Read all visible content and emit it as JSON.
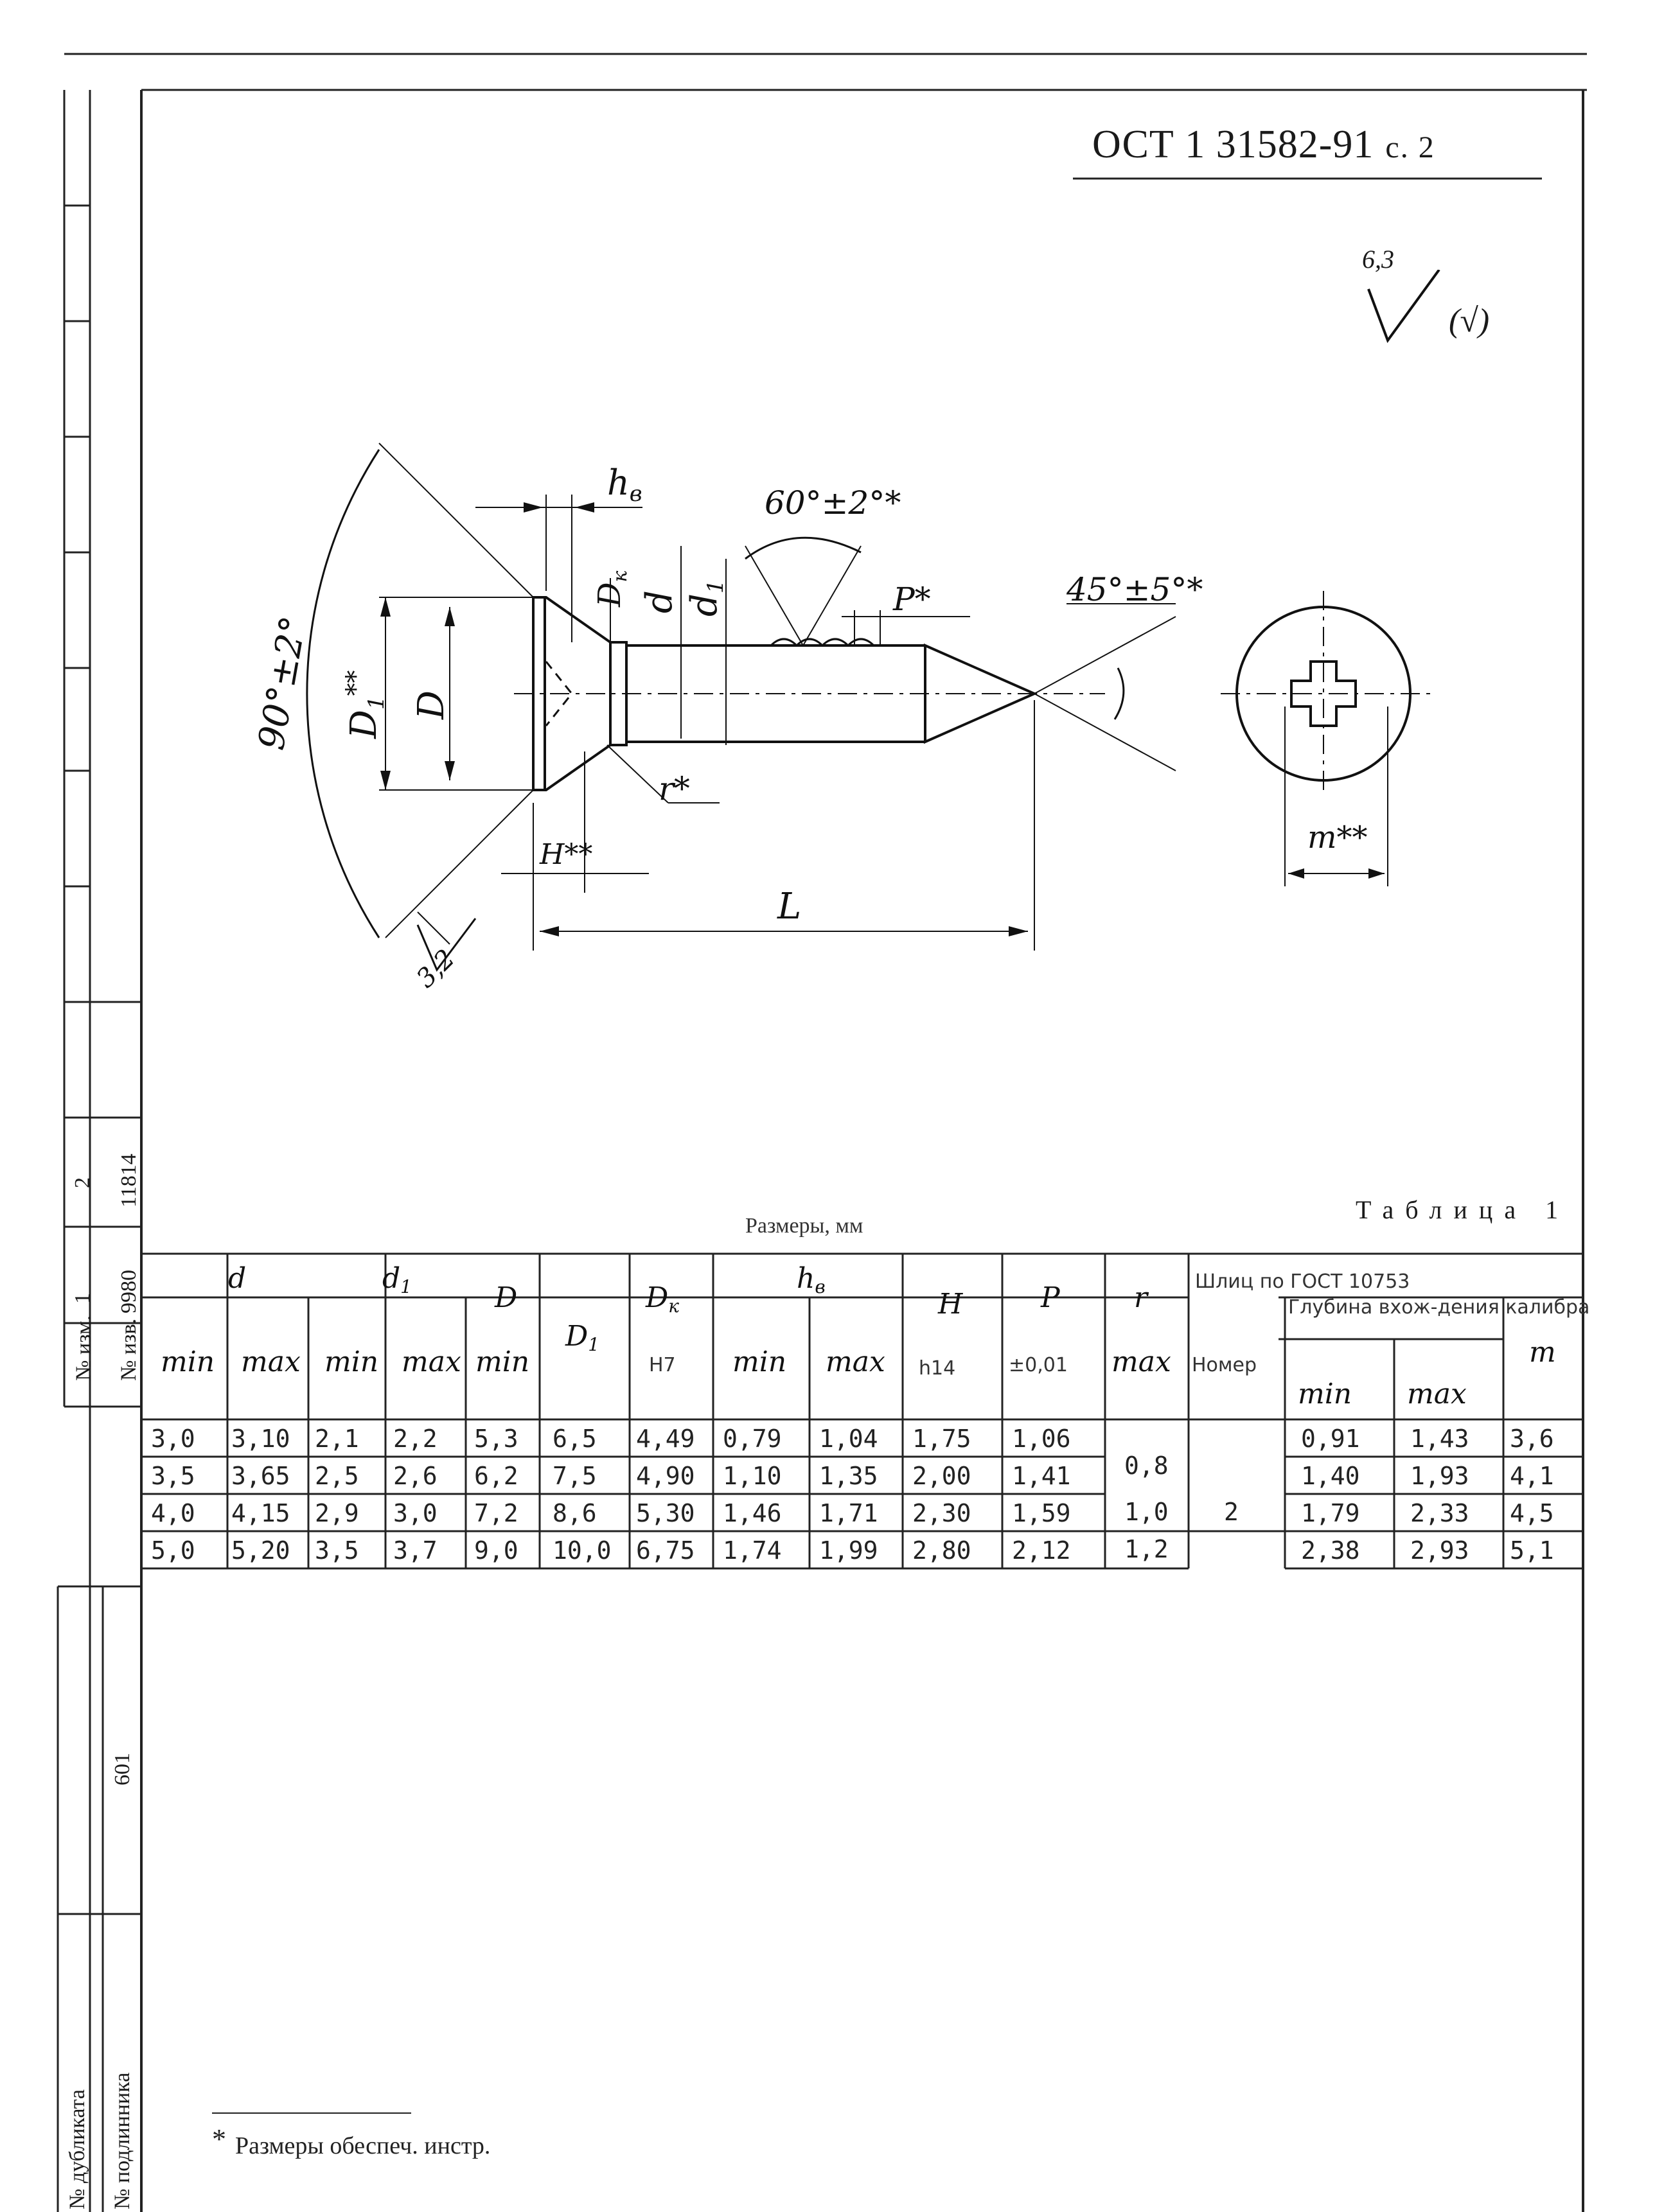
{
  "doc_code": "ОСТ 1 31582-91",
  "page_label": "с. 2",
  "roughness": {
    "value": "6,3",
    "extra": "(√)"
  },
  "drawing": {
    "labels": {
      "hv": "h",
      "hv_sub": "в",
      "thread_angle": "60°±2°*",
      "pitch": "P*",
      "tip_angle": "45°±5°*",
      "head_angle": "90°±2°",
      "D1": "D",
      "D1_sub": "1",
      "D1_mark": "**",
      "D": "D",
      "Dk": "D",
      "Dk_sub": "к",
      "d": "d",
      "d1": "d",
      "d1_sub": "1",
      "r": "r*",
      "H": "H**",
      "L": "L",
      "surface_roughness": "3,2",
      "m": "m**"
    }
  },
  "table": {
    "caption": "Таблица 1",
    "units": "Размеры, мм",
    "headers": {
      "d": "d",
      "d1": "d",
      "d1_sub": "1",
      "D": "D",
      "D1": "D",
      "D1_sub": "1",
      "Dk": "D",
      "Dk_sub": "к",
      "hv": "h",
      "hv_sub": "в",
      "H": "H",
      "P": "P",
      "r": "r",
      "slot": "Шлиц по ГОСТ 10753",
      "depth": "Глубина вхож-дения калибра",
      "number": "Номер",
      "m": "m",
      "min": "min",
      "max": "max",
      "h7": "H7",
      "h14": "h14",
      "tol": "±0,01"
    },
    "rows": [
      [
        "3,0",
        "3,10",
        "2,1",
        "2,2",
        "5,3",
        "6,5",
        "4,49",
        "0,79",
        "1,04",
        "1,75",
        "1,06",
        "0,91",
        "1,43",
        "3,6"
      ],
      [
        "3,5",
        "3,65",
        "2,5",
        "2,6",
        "6,2",
        "7,5",
        "4,90",
        "1,10",
        "1,35",
        "2,00",
        "1,41",
        "1,40",
        "1,93",
        "4,1"
      ],
      [
        "4,0",
        "4,15",
        "2,9",
        "3,0",
        "7,2",
        "8,6",
        "5,30",
        "1,46",
        "1,71",
        "2,30",
        "1,59",
        "1,79",
        "2,33",
        "4,5"
      ],
      [
        "5,0",
        "5,20",
        "3,5",
        "3,7",
        "9,0",
        "10,0",
        "6,75",
        "1,74",
        "1,99",
        "2,80",
        "2,12",
        "2,38",
        "2,93",
        "5,1"
      ]
    ],
    "r_values": [
      "0,8",
      "1,0",
      "1,2"
    ],
    "slot_number": "2"
  },
  "margin_stamp": {
    "izm_label": "№ изм.",
    "izv_label": "№ изв.",
    "izm": [
      "1",
      "2"
    ],
    "izv": [
      "9980",
      "11814"
    ],
    "dubl_label": "№ дубликата",
    "podl_label": "№ подлинника",
    "podl_value": "601"
  },
  "footnotes": {
    "note1_mark": "*",
    "note1": "Размеры обеспеч. инстр."
  }
}
